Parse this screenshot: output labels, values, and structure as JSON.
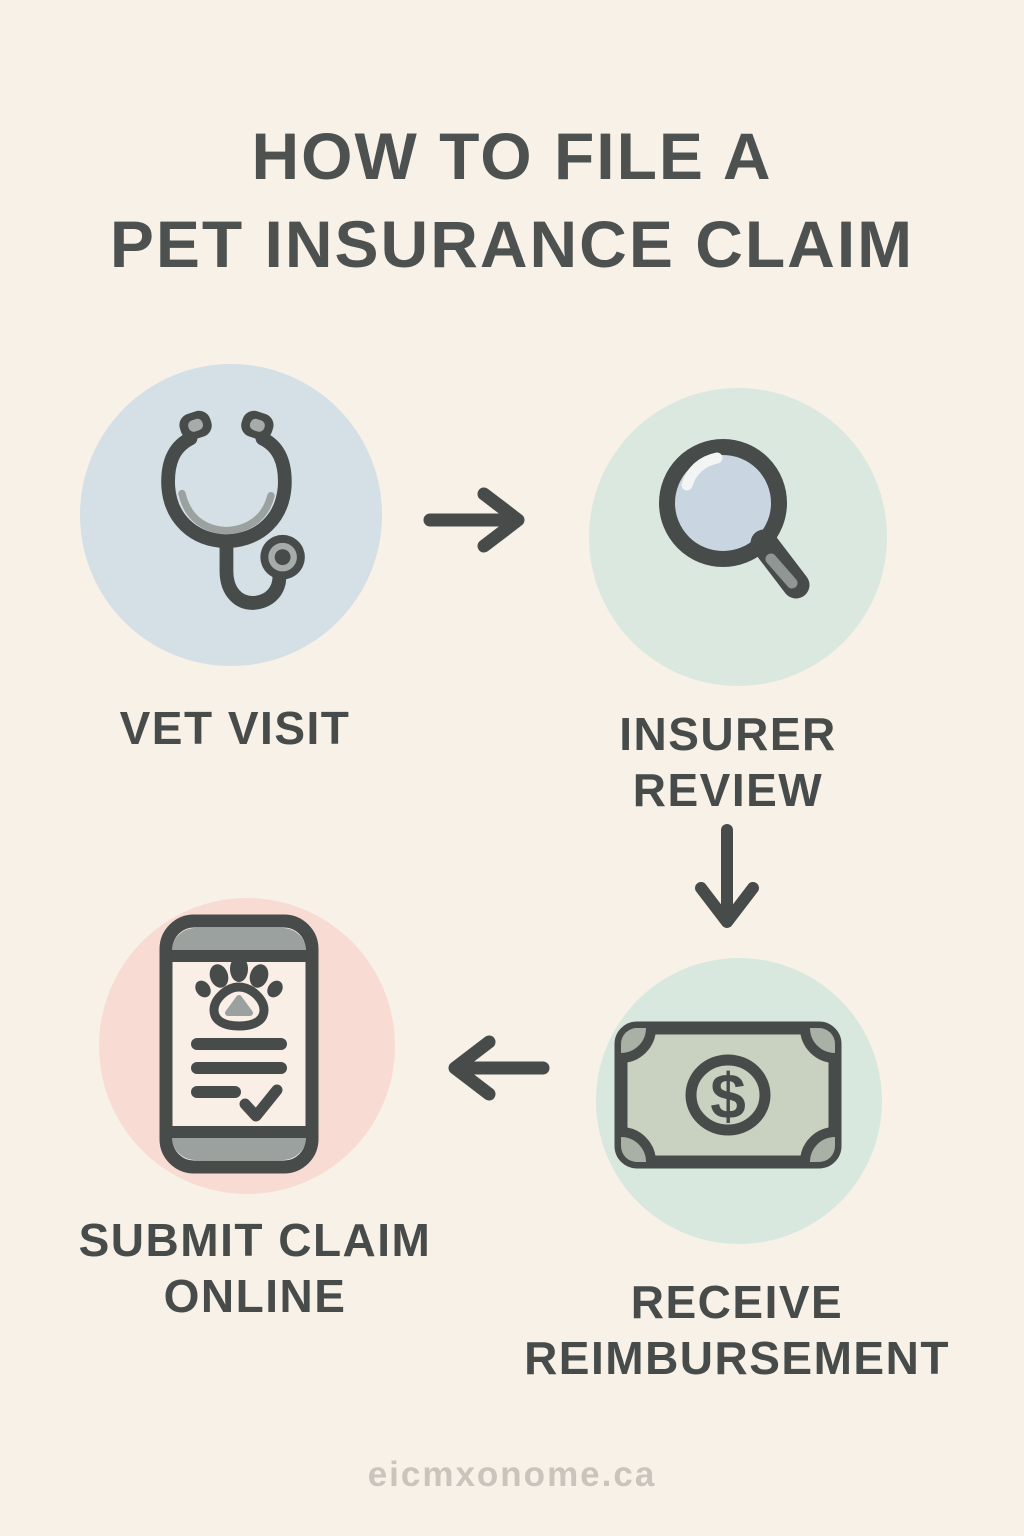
{
  "infographic": {
    "title_lines": [
      "HOW TO FILE A",
      "PET INSURANCE CLAIM"
    ],
    "watermark": "eicmxonome.ca"
  },
  "steps": [
    {
      "id": "vet-visit",
      "label_lines": [
        "VET VISIT"
      ],
      "icon": "stethoscope-icon",
      "circle_color": "#d5dfe6"
    },
    {
      "id": "insurer-review",
      "label_lines": [
        "INSURER",
        "REVIEW"
      ],
      "icon": "magnifying-glass-icon",
      "circle_color": "#dbe8df"
    },
    {
      "id": "receive-reimbursement",
      "label_lines": [
        "RECEIVE",
        "REIMBURSEMENT"
      ],
      "icon": "banknote-dollar-icon",
      "circle_color": "#d9e8de"
    },
    {
      "id": "submit-claim-online",
      "label_lines": [
        "SUBMIT CLAIM",
        "ONLINE"
      ],
      "icon": "phone-claim-icon",
      "circle_color": "#f8dcd4"
    }
  ],
  "flow": {
    "arrow_icons": [
      "arrow-right-icon",
      "arrow-down-icon",
      "arrow-left-icon"
    ],
    "order": [
      "vet-visit",
      "insurer-review",
      "receive-reimbursement",
      "submit-claim-online"
    ]
  },
  "colors": {
    "background": "#f7f1e7",
    "ink": "#474c4a",
    "icon_gray": "#9ba19e",
    "title_text": "#4d5251",
    "label_text": "#474c4b",
    "watermark_text": "#c9c5bc",
    "lens_blue": "#c9d6e1",
    "banknote_green": "#c9d2c1",
    "screen_cream": "#f9efe6"
  }
}
